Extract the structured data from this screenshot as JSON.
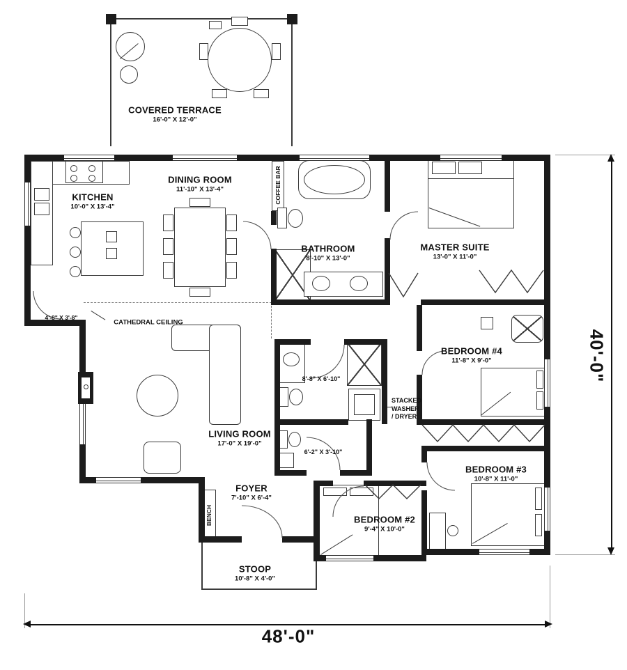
{
  "overall": {
    "width": "48'-0\"",
    "height": "40'-0\""
  },
  "rooms": {
    "terrace": {
      "name": "COVERED TERRACE",
      "dims": "16'-0\" X 12'-0\""
    },
    "kitchen": {
      "name": "KITCHEN",
      "dims": "10'-0\" X 13'-4\""
    },
    "dining": {
      "name": "DINING ROOM",
      "dims": "11'-10\" X 13'-4\""
    },
    "bathroom": {
      "name": "BATHROOM",
      "dims": "8'-10\" X 13'-0\""
    },
    "master": {
      "name": "MASTER SUITE",
      "dims": "13'-0\" X 11'-0\""
    },
    "bedroom4": {
      "name": "BEDROOM #4",
      "dims": "11'-8\" X 9'-0\""
    },
    "living": {
      "name": "LIVING ROOM",
      "dims": "17'-0\" X 19'-0\""
    },
    "bedroom3": {
      "name": "BEDROOM #3",
      "dims": "10'-8\" X 11'-0\""
    },
    "bedroom2": {
      "name": "BEDROOM #2",
      "dims": "9'-4\" X 10'-0\""
    },
    "foyer": {
      "name": "FOYER",
      "dims": "7'-10\" X 6'-4\""
    },
    "stoop": {
      "name": "STOOP",
      "dims": "10'-8\" X 4'-0\""
    }
  },
  "labels": {
    "nook": "4'-8\" X 3'-8\"",
    "hall_bath": "8'-8\" X 6'-10\"",
    "powder": "6'-2\" X 3'-10\"",
    "cathedral": "CATHEDRAL CEILING",
    "coffee_bar": "COFFEE BAR",
    "bench": "BENCH",
    "washer": "STACKED\nWASHER\n/ DRYER"
  }
}
